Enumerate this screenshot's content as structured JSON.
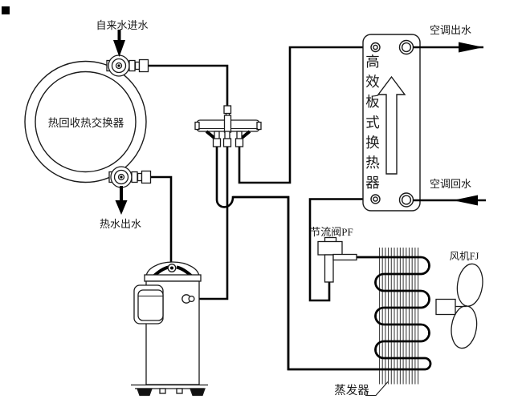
{
  "diagram": {
    "title_hint": "heat-pump water heater refrigerant circuit schematic",
    "labels": {
      "tap_water_in": "自来水进水",
      "hot_water_out": "热水出水",
      "heat_recovery_exchanger": "热回收热交换器",
      "plate_heat_exchanger": "高效板式换热器",
      "ac_water_out": "空调出水",
      "ac_water_return": "空调回水",
      "throttle_valve": "节流阀PF",
      "fan": "风机FJ",
      "evaporator": "蒸发器"
    },
    "colors": {
      "background": "#ffffff",
      "line": "#1a1a1a",
      "pipe": "#000000"
    }
  }
}
